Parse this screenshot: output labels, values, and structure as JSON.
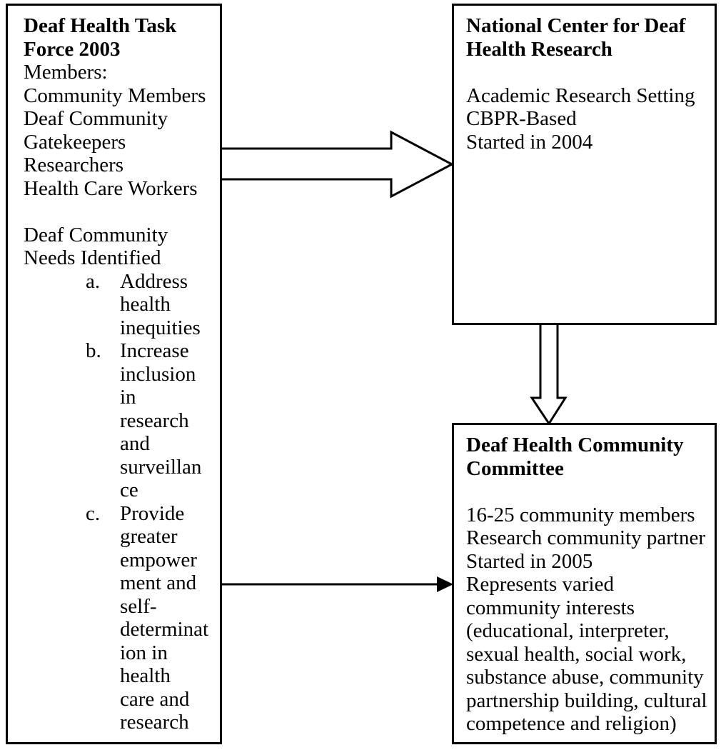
{
  "diagram": {
    "background_color": "#ffffff",
    "line_color": "#000000",
    "box_fill_color": "#ffffff",
    "boxes": {
      "task_force": {
        "title": "Deaf Health Task\nForce 2003",
        "body": "Members:\nCommunity Members\nDeaf Community\nGatekeepers\nResearchers\nHealth Care Workers\n\nDeaf Community\nNeeds Identified",
        "needs_list": [
          {
            "marker": "a.",
            "text": "Address\nhealth\ninequities"
          },
          {
            "marker": "b.",
            "text": "Increase\ninclusion\nin\nresearch\nand\nsurveillan\nce"
          },
          {
            "marker": "c.",
            "text": "Provide\ngreater\nempower\nment and\nself-\ndeterminat\nion in\nhealth\ncare and\nresearch"
          }
        ]
      },
      "ncdhr": {
        "title": "National Center for Deaf\nHealth Research",
        "body": "Academic Research Setting\nCBPR-Based\nStarted in 2004"
      },
      "committee": {
        "title": "Deaf Health Community\nCommittee",
        "body": "16-25 community members\nResearch community partner\nStarted in 2005\nRepresents varied\ncommunity interests\n(educational, interpreter,\nsexual health, social work,\nsubstance abuse, community\npartnership building, cultural\ncompetence and religion)"
      }
    },
    "arrows": [
      {
        "name": "task-force-to-ncdhr",
        "type": "block-arrow-outline",
        "direction": "right"
      },
      {
        "name": "ncdhr-to-committee",
        "type": "block-arrow-outline",
        "direction": "down"
      },
      {
        "name": "task-force-to-committee",
        "type": "line-arrow-filled",
        "direction": "right"
      }
    ]
  }
}
